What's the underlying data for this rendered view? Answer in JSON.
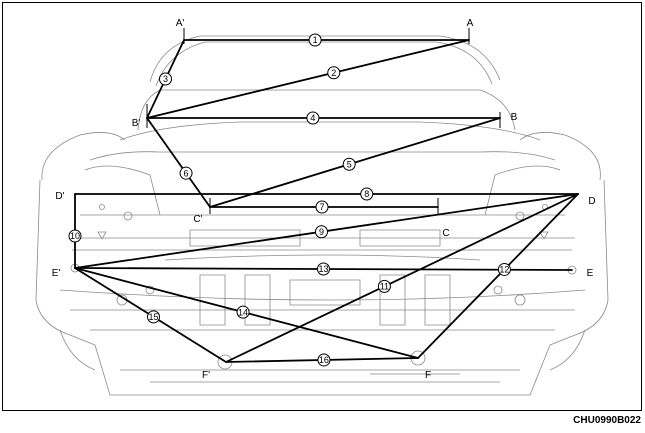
{
  "colors": {
    "ink": "#000000",
    "paper": "#ffffff",
    "sketch": "#8a8a8a"
  },
  "drawing_code": "CHU0990B022",
  "points": {
    "A": {
      "label": "A"
    },
    "A_prime": {
      "label": "A'"
    },
    "B": {
      "label": "B"
    },
    "B_prime": {
      "label": "B'"
    },
    "C": {
      "label": "C"
    },
    "C_prime": {
      "label": "C'"
    },
    "D": {
      "label": "D"
    },
    "D_prime": {
      "label": "D'"
    },
    "E": {
      "label": "E"
    },
    "E_prime": {
      "label": "E'"
    },
    "F": {
      "label": "F"
    },
    "F_prime": {
      "label": "F'"
    }
  },
  "measurements": [
    {
      "number": "1",
      "from": "A_prime",
      "to": "A"
    },
    {
      "number": "2",
      "from": "B_prime",
      "to": "A"
    },
    {
      "number": "3",
      "from": "A_prime",
      "to": "B_prime"
    },
    {
      "number": "4",
      "from": "B_prime",
      "to": "B"
    },
    {
      "number": "5",
      "from": "C_prime",
      "to": "B"
    },
    {
      "number": "6",
      "from": "B_prime",
      "to": "C_prime"
    },
    {
      "number": "7",
      "from": "C_prime",
      "to": "C"
    },
    {
      "number": "8",
      "from": "D_prime",
      "to": "D"
    },
    {
      "number": "9",
      "from": "E_prime",
      "to": "D"
    },
    {
      "number": "10",
      "from": "D_prime",
      "to": "E_prime"
    },
    {
      "number": "11",
      "from": "D",
      "to": "F_prime"
    },
    {
      "number": "12",
      "from": "D",
      "to": "F"
    },
    {
      "number": "13",
      "from": "E_prime",
      "to": "E"
    },
    {
      "number": "14",
      "from": "E_prime",
      "to": "F"
    },
    {
      "number": "15",
      "from": "E_prime",
      "to": "F_prime"
    },
    {
      "number": "16",
      "from": "F_prime",
      "to": "F"
    }
  ]
}
